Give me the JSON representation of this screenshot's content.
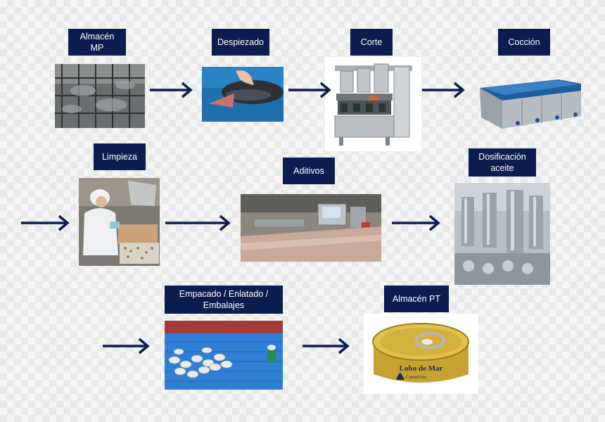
{
  "steps": [
    {
      "label": "Almacén\nMP"
    },
    {
      "label": "Despiezado"
    },
    {
      "label": "Corte"
    },
    {
      "label": "Cocción"
    },
    {
      "label": "Limpieza"
    },
    {
      "label": "Aditivos"
    },
    {
      "label": "Dosificación\naceite"
    },
    {
      "label": "Empacado / Enlatado /\nEmbalajes"
    },
    {
      "label": "Almacén PT"
    }
  ],
  "can": {
    "brand": "Lobo de Mar",
    "sub": "Conservas"
  },
  "colors": {
    "label_bg": "#0b1c4e",
    "arrow": "#0b1c4e"
  }
}
